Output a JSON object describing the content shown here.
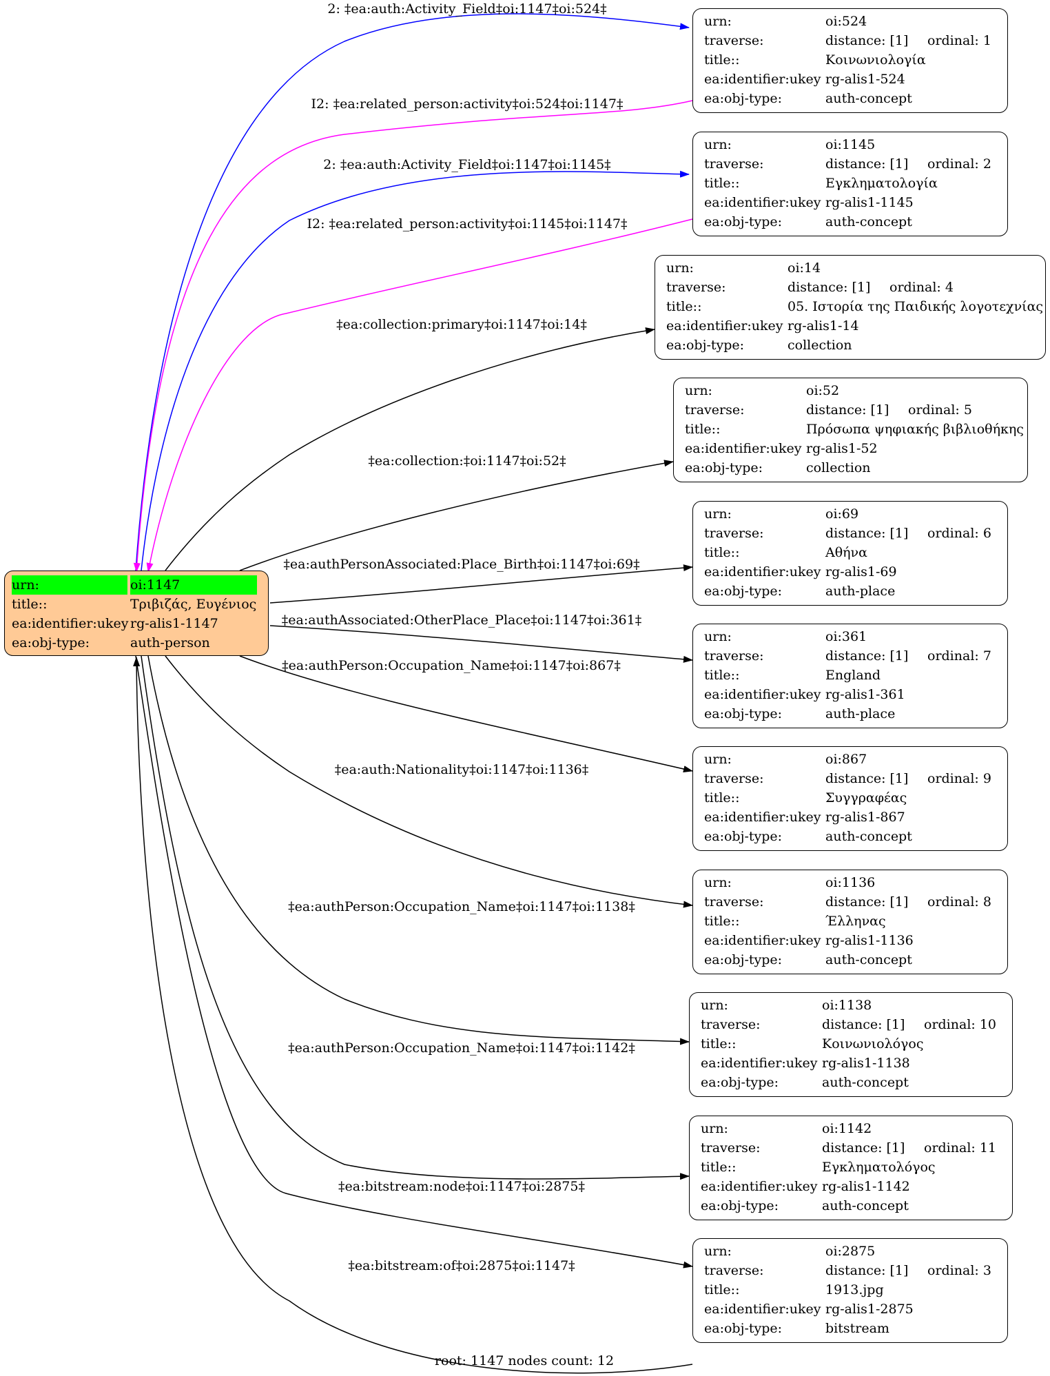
{
  "root": {
    "urn_key": "urn:",
    "urn": "oi:1147",
    "title_key": "title::",
    "title": "Τριβιζάς, Ευγένιος",
    "ukey_key": "ea:identifier:ukey",
    "ukey": "rg-alis1-1147",
    "type_key": "ea:obj-type:",
    "type": "auth-person"
  },
  "row_keys": {
    "urn": "urn:",
    "traverse": "traverse:",
    "title": "title::",
    "ukey": "ea:identifier:ukey",
    "type": "ea:obj-type:"
  },
  "nodes": [
    {
      "urn": "oi:524",
      "distance": "distance: [1]",
      "ordinal": "ordinal: 1",
      "title": "Κοινωνιολογία",
      "ukey": "rg-alis1-524",
      "type": "auth-concept"
    },
    {
      "urn": "oi:1145",
      "distance": "distance: [1]",
      "ordinal": "ordinal: 2",
      "title": "Εγκληματολογία",
      "ukey": "rg-alis1-1145",
      "type": "auth-concept"
    },
    {
      "urn": "oi:14",
      "distance": "distance: [1]",
      "ordinal": "ordinal: 4",
      "title": "05. Ιστορία της Παιδικής λογοτεχνίας",
      "ukey": "rg-alis1-14",
      "type": "collection"
    },
    {
      "urn": "oi:52",
      "distance": "distance: [1]",
      "ordinal": "ordinal: 5",
      "title": "Πρόσωπα ψηφιακής βιβλιοθήκης",
      "ukey": "rg-alis1-52",
      "type": "collection"
    },
    {
      "urn": "oi:69",
      "distance": "distance: [1]",
      "ordinal": "ordinal: 6",
      "title": "Αθήνα",
      "ukey": "rg-alis1-69",
      "type": "auth-place"
    },
    {
      "urn": "oi:361",
      "distance": "distance: [1]",
      "ordinal": "ordinal: 7",
      "title": "England",
      "ukey": "rg-alis1-361",
      "type": "auth-place"
    },
    {
      "urn": "oi:867",
      "distance": "distance: [1]",
      "ordinal": "ordinal: 9",
      "title": "Συγγραφέας",
      "ukey": "rg-alis1-867",
      "type": "auth-concept"
    },
    {
      "urn": "oi:1136",
      "distance": "distance: [1]",
      "ordinal": "ordinal: 8",
      "title": "Έλληνας",
      "ukey": "rg-alis1-1136",
      "type": "auth-concept"
    },
    {
      "urn": "oi:1138",
      "distance": "distance: [1]",
      "ordinal": "ordinal: 10",
      "title": "Κοινωνιολόγος",
      "ukey": "rg-alis1-1138",
      "type": "auth-concept"
    },
    {
      "urn": "oi:1142",
      "distance": "distance: [1]",
      "ordinal": "ordinal: 11",
      "title": "Εγκληματολόγος",
      "ukey": "rg-alis1-1142",
      "type": "auth-concept"
    },
    {
      "urn": "oi:2875",
      "distance": "distance: [1]",
      "ordinal": "ordinal: 3",
      "title": "1913.jpg",
      "ukey": "rg-alis1-2875",
      "type": "bitstream"
    }
  ],
  "edges": [
    {
      "label": "2: ‡ea:auth:Activity_Field‡oi:1147‡oi:524‡",
      "color": "#0000ff"
    },
    {
      "label": "I2: ‡ea:related_person:activity‡oi:524‡oi:1147‡",
      "color": "#ff00ff"
    },
    {
      "label": "2: ‡ea:auth:Activity_Field‡oi:1147‡oi:1145‡",
      "color": "#0000ff"
    },
    {
      "label": "I2: ‡ea:related_person:activity‡oi:1145‡oi:1147‡",
      "color": "#ff00ff"
    },
    {
      "label": "‡ea:collection:primary‡oi:1147‡oi:14‡",
      "color": "#000000"
    },
    {
      "label": "‡ea:collection:‡oi:1147‡oi:52‡",
      "color": "#000000"
    },
    {
      "label": "‡ea:authPersonAssociated:Place_Birth‡oi:1147‡oi:69‡",
      "color": "#000000"
    },
    {
      "label": "‡ea:authAssociated:OtherPlace_Place‡oi:1147‡oi:361‡",
      "color": "#000000"
    },
    {
      "label": "‡ea:authPerson:Occupation_Name‡oi:1147‡oi:867‡",
      "color": "#000000"
    },
    {
      "label": "‡ea:auth:Nationality‡oi:1147‡oi:1136‡",
      "color": "#000000"
    },
    {
      "label": "‡ea:authPerson:Occupation_Name‡oi:1147‡oi:1138‡",
      "color": "#000000"
    },
    {
      "label": "‡ea:authPerson:Occupation_Name‡oi:1147‡oi:1142‡",
      "color": "#000000"
    },
    {
      "label": "‡ea:bitstream:node‡oi:1147‡oi:2875‡",
      "color": "#000000"
    },
    {
      "label": "‡ea:bitstream:of‡oi:2875‡oi:1147‡",
      "color": "#000000"
    }
  ],
  "footer": "root: 1147 nodes count: 12"
}
